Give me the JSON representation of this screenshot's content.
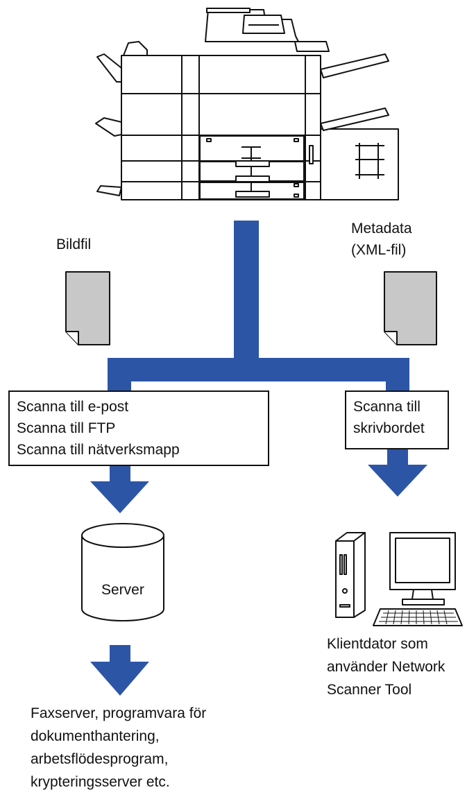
{
  "labels": {
    "image_file": "Bildfil",
    "metadata": [
      "Metadata",
      "(XML-fil)"
    ],
    "server": "Server",
    "client": [
      "Klientdator som",
      "använder Network",
      "Scanner Tool"
    ],
    "destinations": [
      "Faxserver, programvara för",
      "dokumenthantering,",
      "arbetsflödesprogram,",
      "krypteringsserver etc."
    ]
  },
  "boxes": {
    "left": [
      "Scanna till e-post",
      "Scanna till FTP",
      "Scanna till nätverksmapp"
    ],
    "right": [
      "Scanna till",
      "skrivbordet"
    ]
  },
  "colors": {
    "flow": "#2d55a6",
    "document": "#c8c8c8",
    "outline": "#111111"
  }
}
